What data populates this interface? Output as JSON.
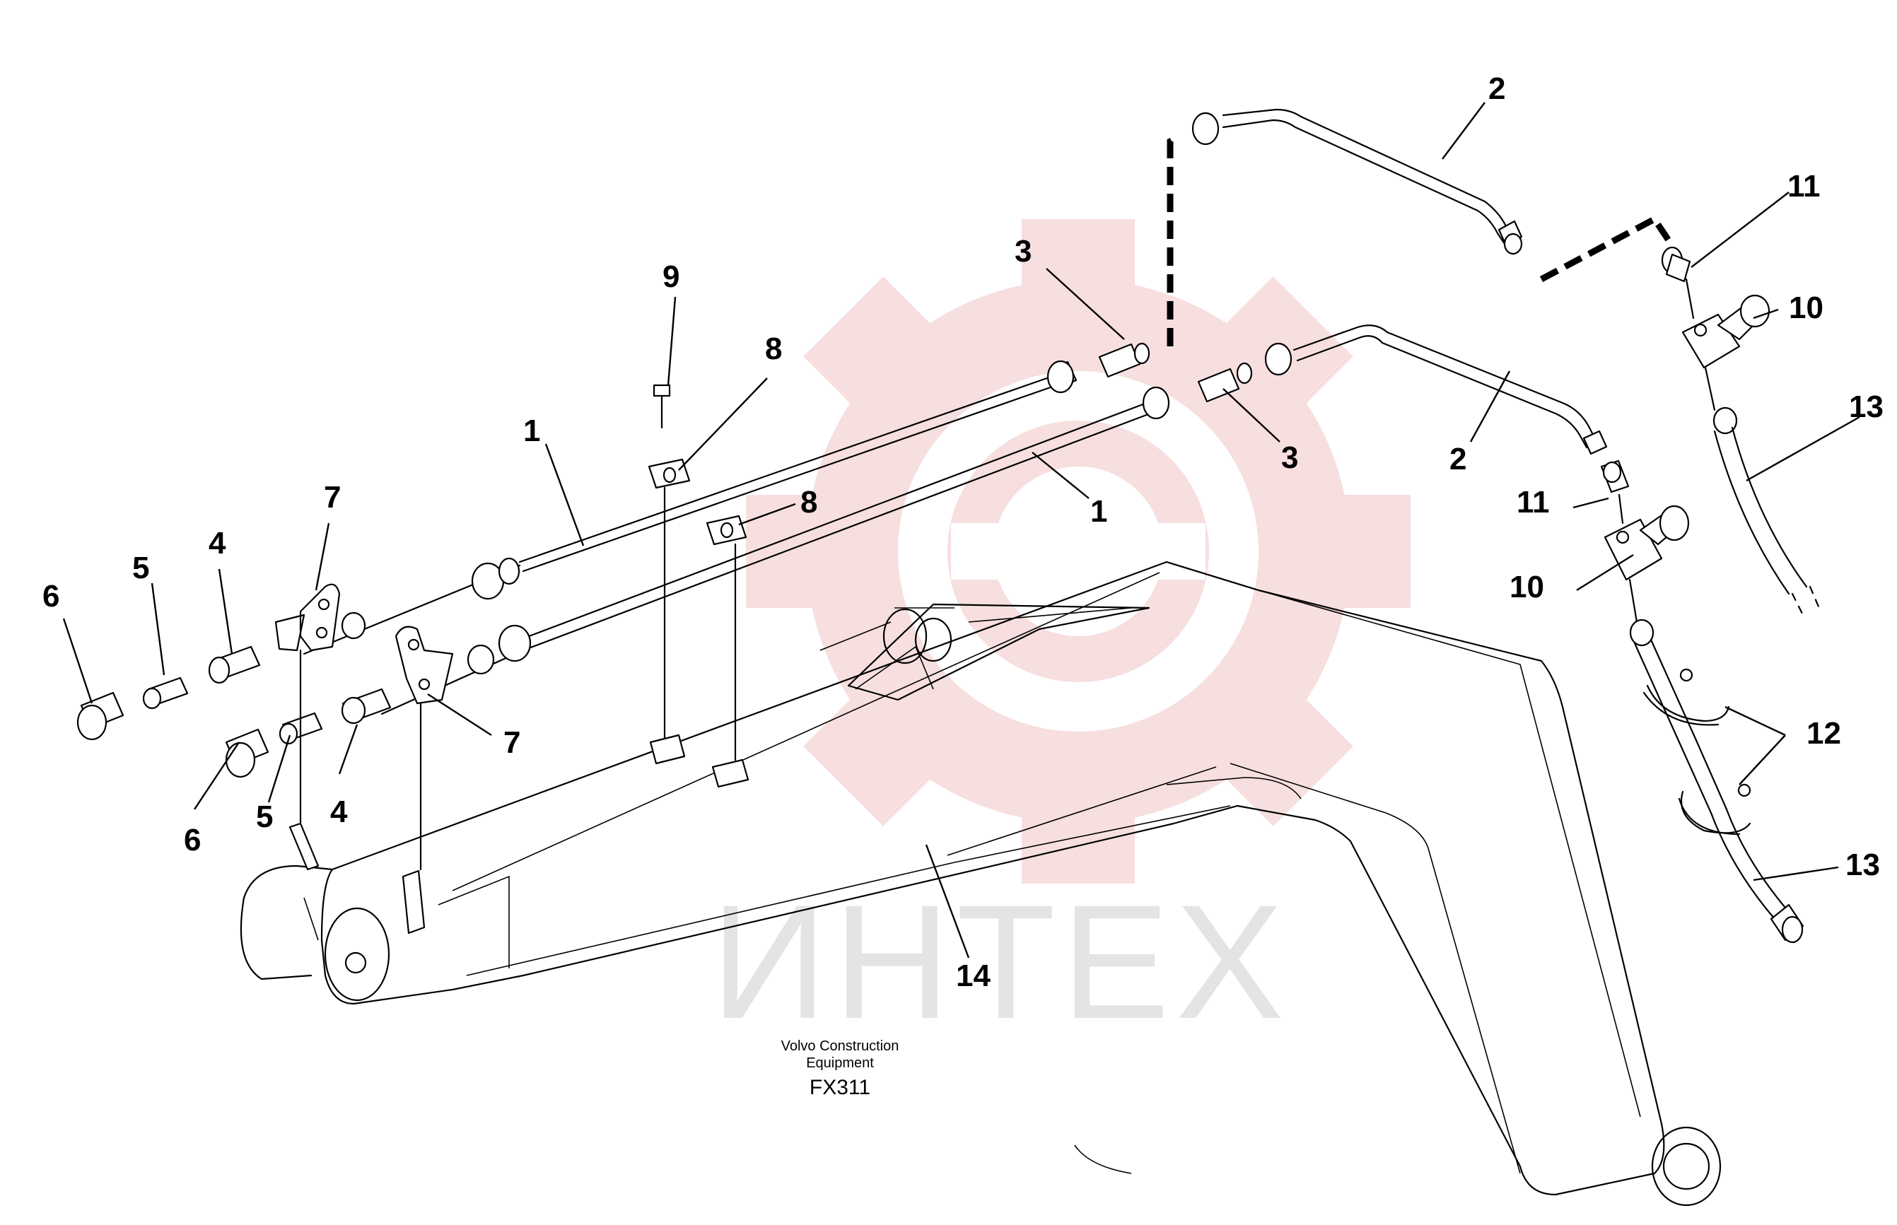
{
  "diagram": {
    "callouts": {
      "c1a": "1",
      "c1b": "1",
      "c2a": "2",
      "c2b": "2",
      "c3a": "3",
      "c3b": "3",
      "c4a": "4",
      "c4b": "4",
      "c5a": "5",
      "c5b": "5",
      "c6a": "6",
      "c6b": "6",
      "c7a": "7",
      "c7b": "7",
      "c8a": "8",
      "c8b": "8",
      "c9": "9",
      "c10a": "10",
      "c10b": "10",
      "c11a": "11",
      "c11b": "11",
      "c12": "12",
      "c13a": "13",
      "c13b": "13",
      "c14": "14"
    },
    "caption": {
      "line1": "Volvo Construction",
      "line2": "Equipment",
      "code": "FX311"
    },
    "watermark": {
      "text": "ИНТЕХ",
      "color": "#f2c6c6"
    }
  }
}
